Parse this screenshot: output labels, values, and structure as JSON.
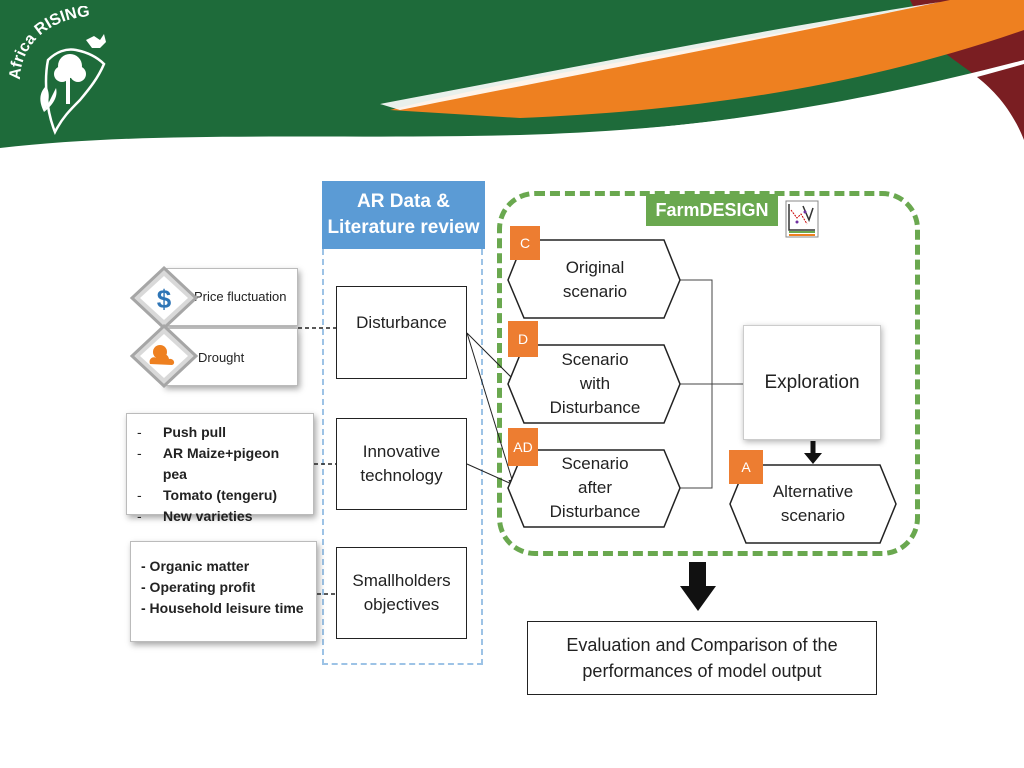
{
  "logo": {
    "text": "Africa RISING"
  },
  "colors": {
    "green": "#1e6b3a",
    "orange": "#ee8020",
    "maroon": "#7a1e22",
    "ar_blue": "#5b9bd5",
    "farm_green": "#6aa84f",
    "badge_orange": "#ed7d31"
  },
  "ar_column": {
    "header_line1": "AR Data &",
    "header_line2": "Literature review",
    "boxes": {
      "disturbance": "Disturbance",
      "innovative_line1": "Innovative",
      "innovative_line2": "technology",
      "smallholders_line1": "Smallholders",
      "smallholders_line2": "objectives"
    }
  },
  "left_cards": {
    "price": {
      "label": "Price fluctuation",
      "icon": "dollar-icon"
    },
    "drought": {
      "label": "Drought",
      "icon": "sun-cloud-icon"
    },
    "innovations": [
      "Push pull",
      "AR Maize+pigeon pea",
      "Tomato (tengeru)",
      "New varieties"
    ],
    "innovations_bullet": "-",
    "objectives": [
      "- Organic matter",
      "- Operating profit",
      "- Household leisure time"
    ]
  },
  "farmdesign": {
    "tag": "FarmDESIGN",
    "logo_icon": "farmdesign-chart-icon",
    "scenarios": [
      {
        "badge": "C",
        "line1": "Original",
        "line2": "scenario",
        "line3": ""
      },
      {
        "badge": "D",
        "line1": "Scenario",
        "line2": "with",
        "line3": "Disturbance"
      },
      {
        "badge": "AD",
        "line1": "Scenario",
        "line2": "after",
        "line3": "Disturbance"
      }
    ],
    "exploration": "Exploration",
    "alternative": {
      "badge": "A",
      "line1": "Alternative",
      "line2": "scenario"
    }
  },
  "evaluation": {
    "line1": "Evaluation and Comparison of the",
    "line2": "performances of model output"
  }
}
